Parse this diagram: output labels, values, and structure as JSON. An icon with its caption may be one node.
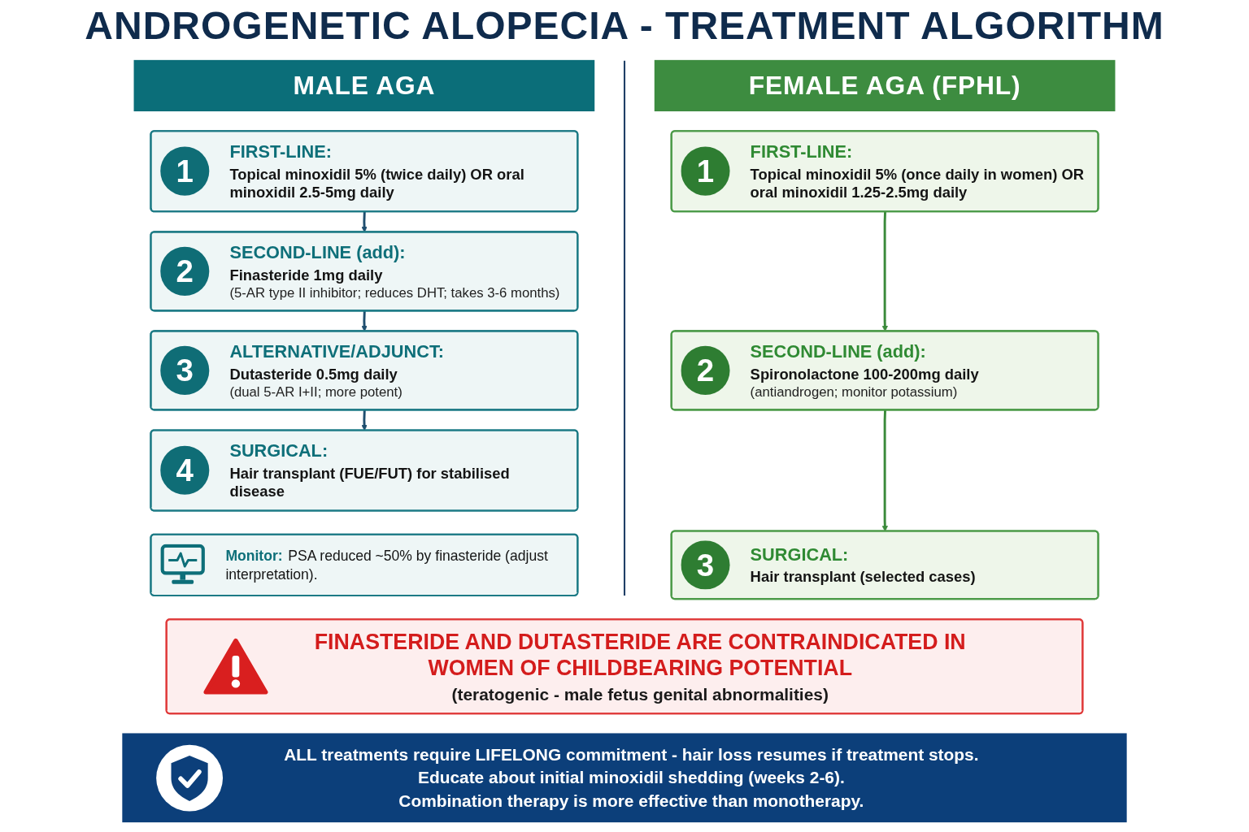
{
  "diagram": {
    "title": "ANDROGENETIC ALOPECIA - TREATMENT ALGORITHM",
    "nodes": [
      {
        "text": [
          "MALE AGA"
        ]
      },
      {
        "text": [
          "1",
          "FIRST-LINE:",
          "Topical minoxidil 5% (twice daily) OR oral minoxidil 2.5-5mg daily"
        ]
      },
      {
        "text": [
          "2",
          "SECOND-LINE (add):",
          "Finasteride 1mg daily",
          "(5-AR type II inhibitor; reduces DHT; takes 3-6 months)"
        ]
      },
      {
        "text": [
          "3",
          "ALTERNATIVE/ADJUNCT:",
          "Dutasteride 0.5mg daily",
          "(dual 5-AR I+II; more potent)"
        ]
      },
      {
        "text": [
          "4",
          "SURGICAL:",
          "Hair transplant (FUE/FUT) for stabilised disease"
        ]
      },
      {
        "text": [
          "Monitor:",
          "PSA reduced ~50% by finasteride (adjust interpretation)."
        ]
      },
      {
        "text": [
          "FEMALE AGA (FPHL)"
        ]
      },
      {
        "text": [
          "1",
          "FIRST-LINE:",
          "Topical minoxidil 5% (once daily in women) OR oral minoxidil 1.25-2.5mg daily"
        ]
      },
      {
        "text": [
          "2",
          "SECOND-LINE (add):",
          "Spironolactone 100-200mg daily",
          "(antiandrogen; monitor potassium)"
        ]
      },
      {
        "text": [
          "3",
          "SURGICAL:",
          "Hair transplant (selected cases)"
        ]
      },
      {
        "text": [
          "FINASTERIDE AND DUTASTERIDE ARE CONTRAINDICATED IN WOMEN OF CHILDBEARING POTENTIAL",
          "(teratogenic - male fetus genital abnormalities)"
        ]
      },
      {
        "text": [
          "ALL treatments require LIFELONG commitment - hair loss resumes if treatment stops.",
          "Educate about initial minoxidil shedding (weeks 2-6).",
          "Combination therapy is more effective than monotherapy."
        ]
      }
    ],
    "edges": [
      {
        "from": 1,
        "to": 2,
        "arrow": "to"
      },
      {
        "from": 2,
        "to": 3,
        "arrow": "to"
      },
      {
        "from": 3,
        "to": 4,
        "arrow": "to"
      },
      {
        "from": 7,
        "to": 8,
        "arrow": "to",
        "color": "#3a8a3a"
      },
      {
        "from": 8,
        "to": 9,
        "arrow": "to",
        "color": "#3a8a3a"
      }
    ]
  }
}
